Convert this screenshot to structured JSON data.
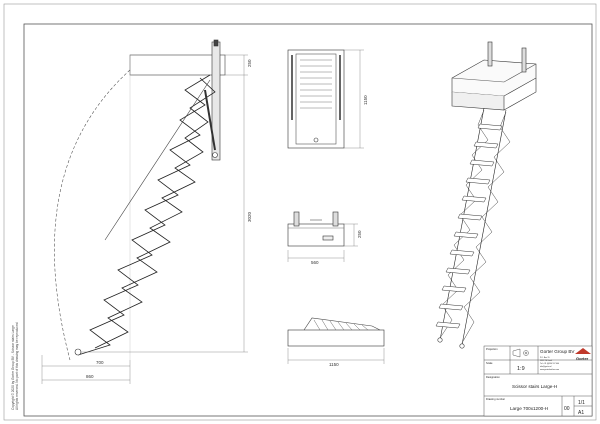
{
  "dimensions": {
    "side_view": {
      "top": "250",
      "height": "3020",
      "base_inner": "700",
      "base_outer": "860"
    },
    "top_view": {
      "depth": "1150"
    },
    "front_view": {
      "width": "560",
      "height": "250"
    },
    "bottom_view": {
      "width": "1150"
    }
  },
  "title_block": {
    "company": "Gorter Group BV",
    "logo_text": "Gorter",
    "address_lines": [
      "P.O. Box 15",
      "9351 VW Leek",
      "Tel. +31 (0)594 517 000",
      "info@gorter.nl",
      "www.gorterhatches.com"
    ],
    "projection_label": "Projection",
    "scale_label": "Scale",
    "scale": "1:9",
    "designation_label": "Designation",
    "designation": "Scissor stairs Large-H",
    "drawing_number_label": "Drawing number",
    "drawing_number": "Large 700x1200-H",
    "revision": "00",
    "sheet": "1/1",
    "format": "A1"
  },
  "copyright_lines": [
    "Copyright © 2020 by Gorter Group BV - Scissor stairs Large",
    "All rights reserved. No part of this drawing may be reproduced"
  ]
}
